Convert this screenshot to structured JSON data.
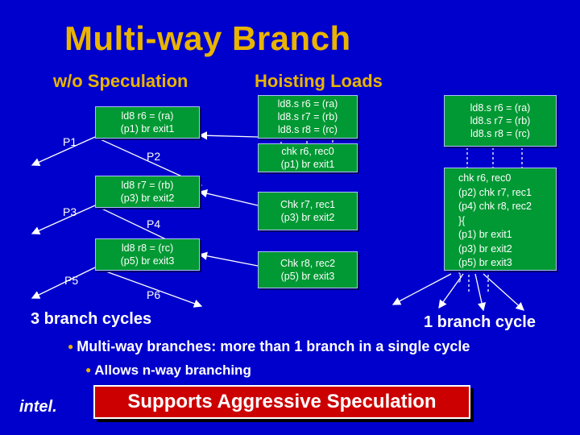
{
  "title": "Multi-way Branch",
  "headers": {
    "left": "w/o Speculation",
    "right": "Hoisting Loads"
  },
  "left_boxes": [
    {
      "lines": [
        "ld8 r6 = (ra)",
        "(p1) br exit1"
      ]
    },
    {
      "lines": [
        "ld8 r7 = (rb)",
        "(p3) br exit2"
      ]
    },
    {
      "lines": [
        "ld8 r8 = (rc)",
        "(p5) br exit3"
      ]
    }
  ],
  "left_labels": {
    "p1": "P1",
    "p2": "P2",
    "p3": "P3",
    "p4": "P4",
    "p5": "P5",
    "p6": "P6"
  },
  "mid_boxes": [
    {
      "lines": [
        "ld8.s r6 = (ra)",
        "ld8.s r7 = (rb)",
        "ld8.s r8 = (rc)"
      ]
    },
    {
      "lines": [
        "chk r6, rec0",
        "(p1) br exit1"
      ]
    },
    {
      "lines": [
        "Chk r7, rec1",
        "(p3) br exit2"
      ]
    },
    {
      "lines": [
        "Chk r8, rec2",
        "(p5) br exit3"
      ]
    }
  ],
  "right_boxes": [
    {
      "lines": [
        "ld8.s r6 = (ra)",
        "ld8.s r7 = (rb)",
        "ld8.s r8 = (rc)"
      ]
    },
    {
      "lines": [
        "chk r6, rec0",
        "(p2) chk r7, rec1",
        "(p4) chk r8, rec2",
        "}{",
        "(p1) br exit1",
        "(p3) br exit2",
        "(p5) br exit3",
        "}"
      ]
    }
  ],
  "cycles": {
    "left": "3 branch cycles",
    "right": "1 branch cycle"
  },
  "bullets": [
    "Multi-way branches: more than 1 branch in a single cycle",
    "Allows n-way branching"
  ],
  "banner": "Supports Aggressive Speculation",
  "logo": "intel.",
  "colors": {
    "background": "#0000cc",
    "title": "#e8b400",
    "box": "#009933",
    "banner": "#cc0000"
  }
}
